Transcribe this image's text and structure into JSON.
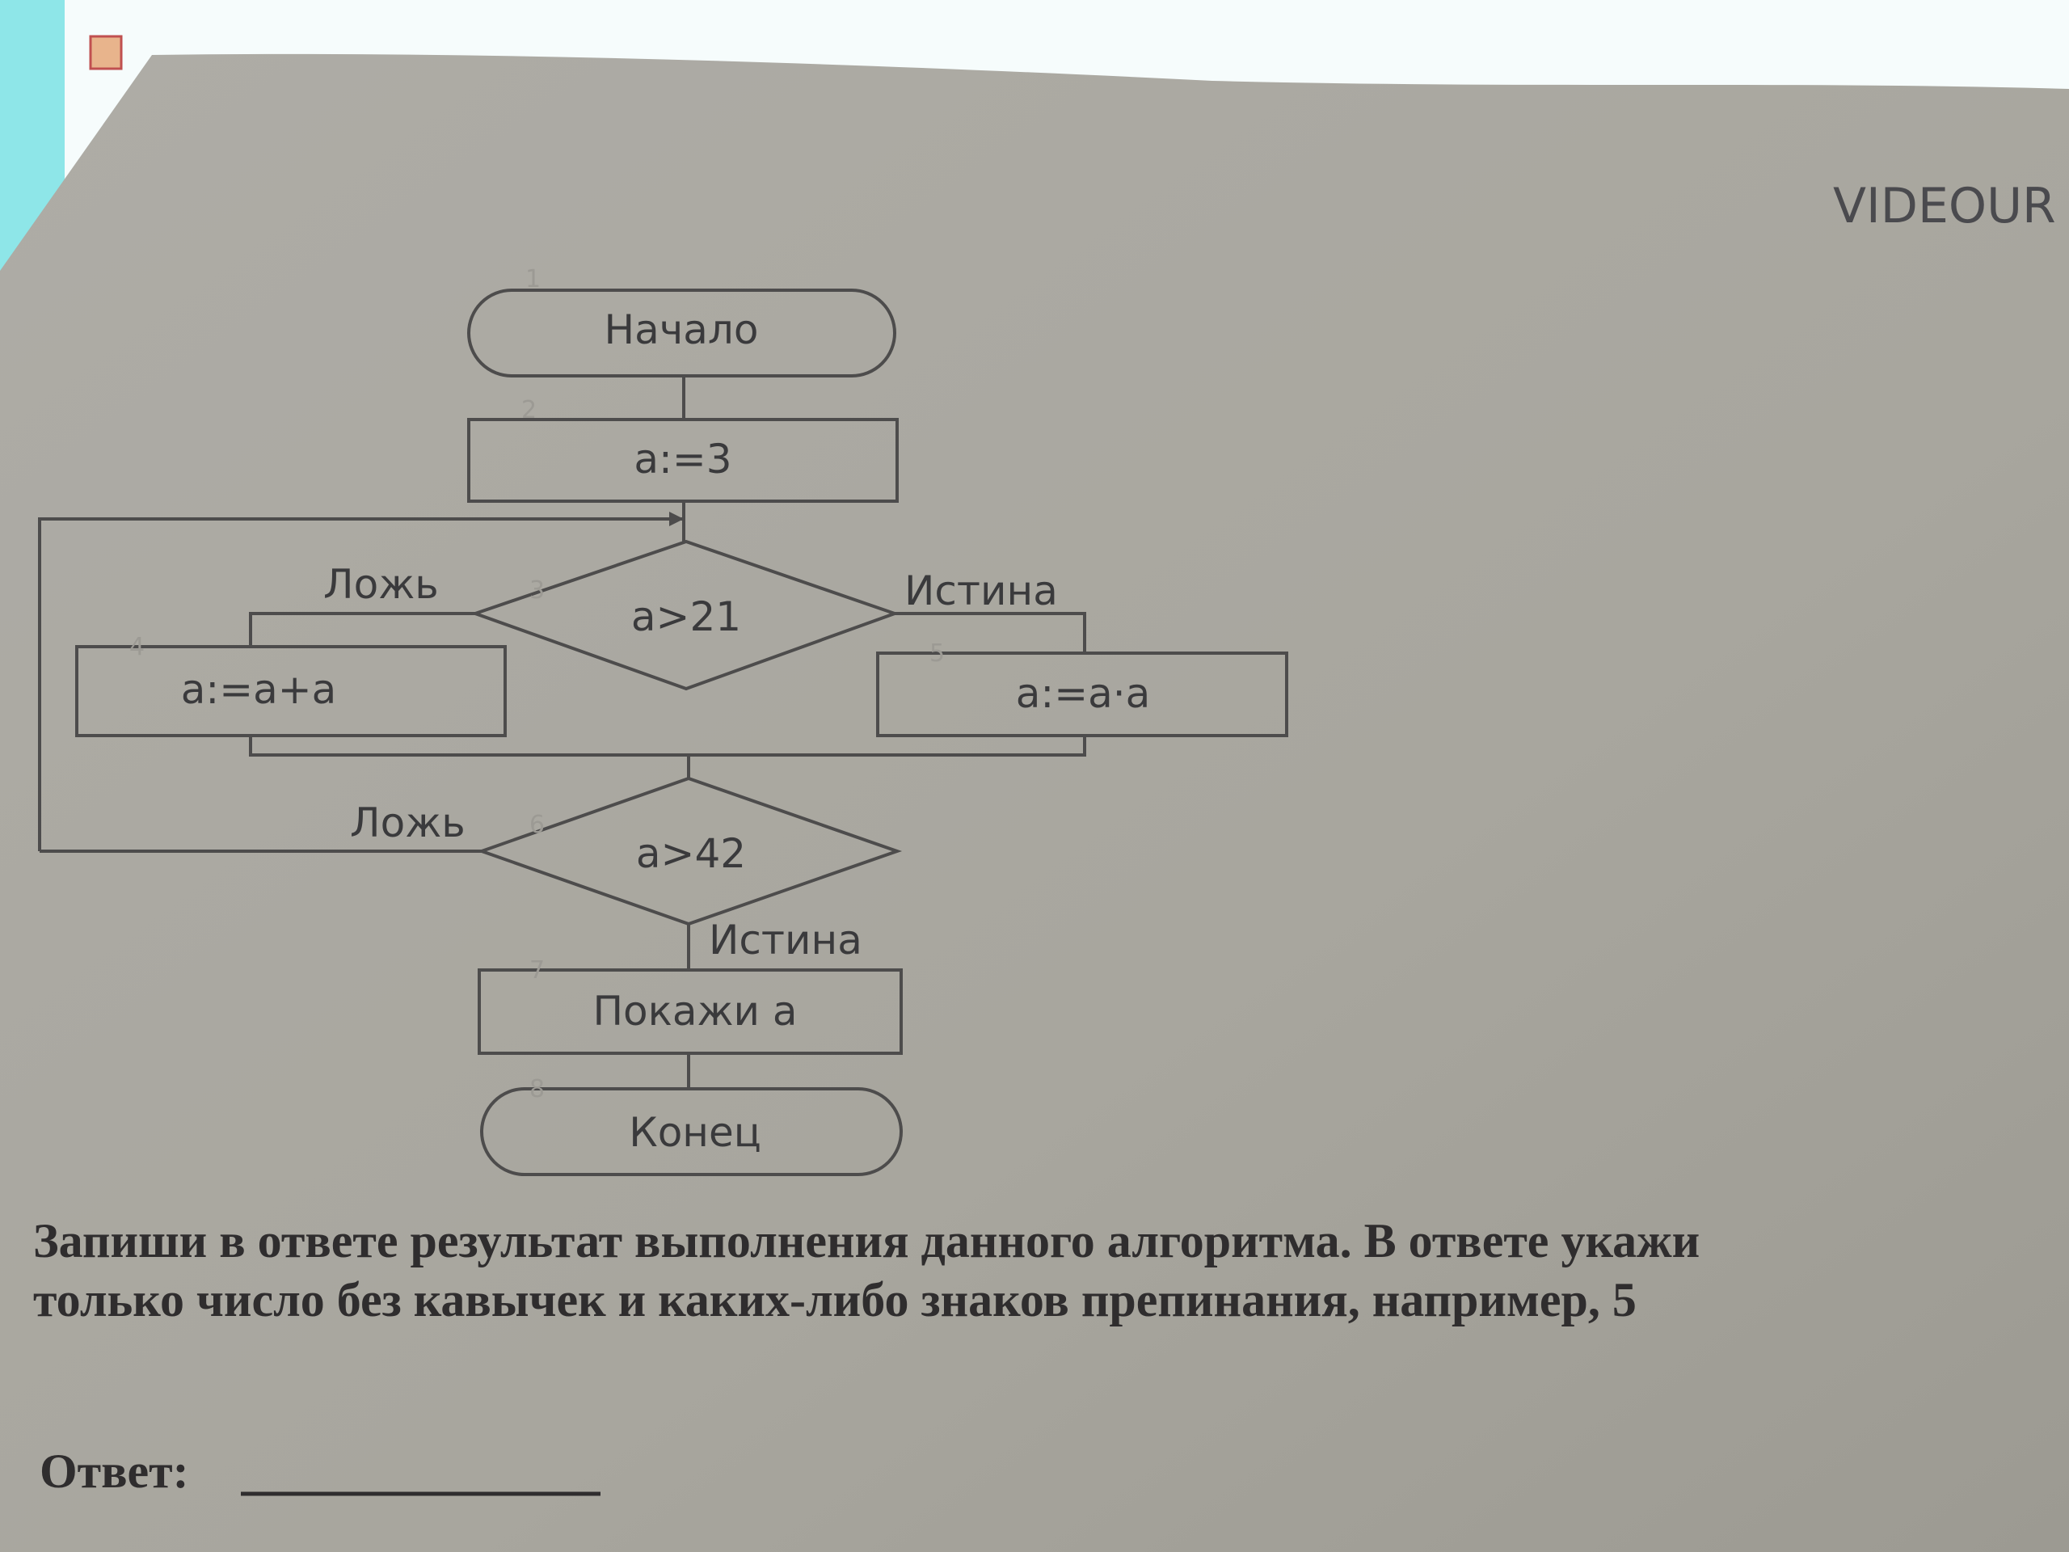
{
  "header": {
    "brand": "VIDEOUR"
  },
  "flowchart": {
    "blocks": [
      {
        "num": "1",
        "label": "Начало"
      },
      {
        "num": "2",
        "label": "a:=3"
      },
      {
        "num": "3",
        "label": "a>21"
      },
      {
        "num": "4",
        "label": "a:=a+a"
      },
      {
        "num": "5",
        "label": "a:=a·a"
      },
      {
        "num": "6",
        "label": "a>42"
      },
      {
        "num": "7",
        "label": "Покажи a"
      },
      {
        "num": "8",
        "label": "Конец"
      }
    ],
    "branch_labels": {
      "cond1_false": "Ложь",
      "cond1_true": "Истина",
      "cond2_false": "Ложь",
      "cond2_true": "Истина"
    }
  },
  "question": {
    "line1": "Запиши в ответе результат выполнения данного алгоритма. В ответе укажи",
    "line2": "только число без кавычек и каких-либо знаков препинания, например, 5",
    "answer_label": "Ответ:"
  },
  "colors": {
    "paper": "#a9a79f",
    "ink": "#2f2d2e",
    "screen": "#f4fbfb",
    "screen_edge": "#7fe3e6"
  }
}
